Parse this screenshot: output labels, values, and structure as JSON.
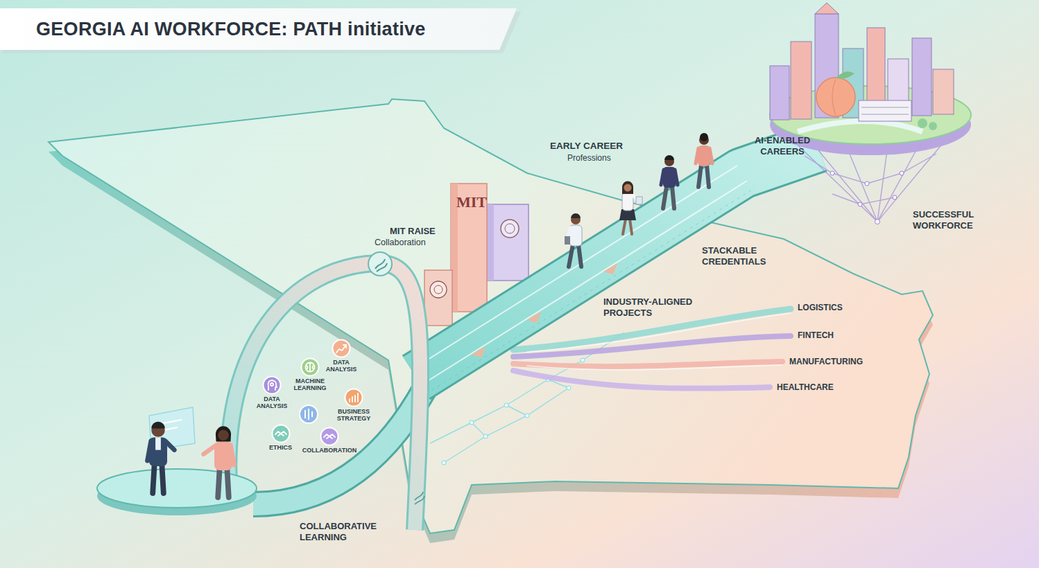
{
  "diagram": {
    "title": "GEORGIA AI WORKFORCE: PATH initiative",
    "nodes": [
      {
        "text": [
          "DATA ANALYSIS"
        ]
      },
      {
        "text": [
          "MACHINE LEARNING"
        ]
      },
      {
        "text": [
          "DATA ANALYSIS"
        ]
      },
      {
        "text": [
          "BUSINESS STRATEGY"
        ]
      },
      {
        "text": [
          "ETHICS"
        ]
      },
      {
        "text": [
          "COLLABORATION"
        ]
      }
    ],
    "labels": [
      "MIT",
      "EARLY CAREER",
      "Professions",
      "AI-ENABLED CAREERS",
      "MIT RAISE",
      "Collaboration",
      "SUCCESSFUL WORKFORCE",
      "STACKABLE CREDENTIALS",
      "INDUSTRY-ALIGNED PROJECTS",
      "LOGISTICS",
      "FINTECH",
      "MANUFACTURING",
      "HEALTHCARE",
      "COLLABORATIVE LEARNING"
    ]
  }
}
